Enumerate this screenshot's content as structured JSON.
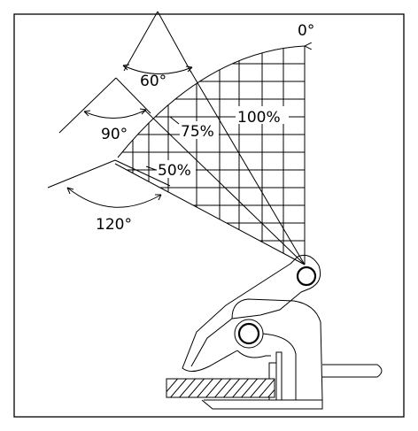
{
  "diagram": {
    "labels": {
      "zero_angle": "0°",
      "pct_100": "100%",
      "pct_75": "75%",
      "pct_50": "50%",
      "angle_60": "60°",
      "angle_90": "90°",
      "angle_120": "120°"
    }
  }
}
